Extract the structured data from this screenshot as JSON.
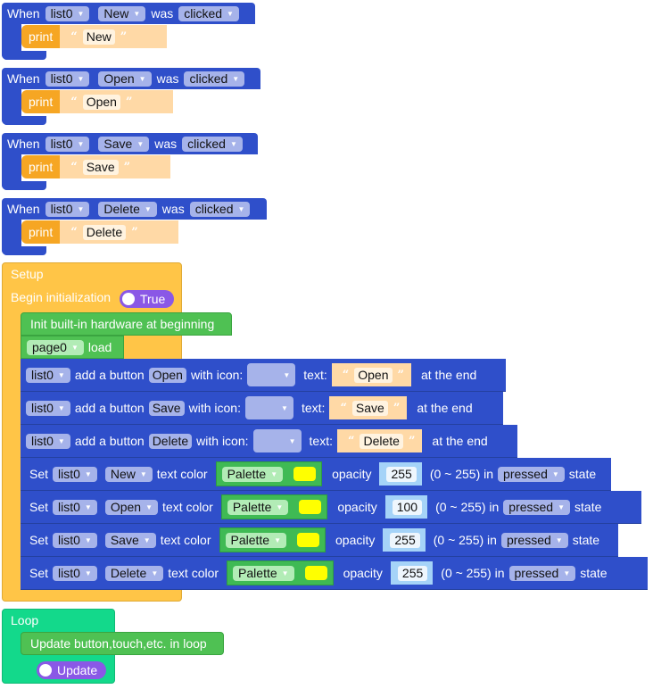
{
  "event_blocks": [
    {
      "when": "When",
      "component": "list0",
      "button": "New",
      "was": "was",
      "event": "clicked",
      "print": "print",
      "text": "New"
    },
    {
      "when": "When",
      "component": "list0",
      "button": "Open",
      "was": "was",
      "event": "clicked",
      "print": "print",
      "text": "Open"
    },
    {
      "when": "When",
      "component": "list0",
      "button": "Save",
      "was": "was",
      "event": "clicked",
      "print": "print",
      "text": "Save"
    },
    {
      "when": "When",
      "component": "list0",
      "button": "Delete",
      "was": "was",
      "event": "clicked",
      "print": "print",
      "text": "Delete"
    }
  ],
  "setup": {
    "title": "Setup",
    "begin_label": "Begin initialization",
    "begin_toggle": "True",
    "init_hw": "Init built-in hardware at beginning",
    "page": "page0",
    "load": "load",
    "add_buttons": [
      {
        "component": "list0",
        "add": "add a button",
        "name": "Open",
        "with_icon": "with icon:",
        "text_label": "text:",
        "text": "Open",
        "position": "at the end"
      },
      {
        "component": "list0",
        "add": "add a button",
        "name": "Save",
        "with_icon": "with icon:",
        "text_label": "text:",
        "text": "Save",
        "position": "at the end"
      },
      {
        "component": "list0",
        "add": "add a button",
        "name": "Delete",
        "with_icon": "with icon:",
        "text_label": "text:",
        "text": "Delete",
        "position": "at the end"
      }
    ],
    "set_colors": [
      {
        "set": "Set",
        "component": "list0",
        "button": "New",
        "text_color": "text color",
        "palette": "Palette",
        "color": "#ffff00",
        "opacity_label": "opacity",
        "opacity": "255",
        "range": "(0 ~ 255) in",
        "state": "pressed",
        "state_label": "state"
      },
      {
        "set": "Set",
        "component": "list0",
        "button": "Open",
        "text_color": "text color",
        "palette": "Palette",
        "color": "#ffff00",
        "opacity_label": "opacity",
        "opacity": "100",
        "range": "(0 ~ 255) in",
        "state": "pressed",
        "state_label": "state"
      },
      {
        "set": "Set",
        "component": "list0",
        "button": "Save",
        "text_color": "text color",
        "palette": "Palette",
        "color": "#ffff00",
        "opacity_label": "opacity",
        "opacity": "255",
        "range": "(0 ~ 255) in",
        "state": "pressed",
        "state_label": "state"
      },
      {
        "set": "Set",
        "component": "list0",
        "button": "Delete",
        "text_color": "text color",
        "palette": "Palette",
        "color": "#ffff00",
        "opacity_label": "opacity",
        "opacity": "255",
        "range": "(0 ~ 255) in",
        "state": "pressed",
        "state_label": "state"
      }
    ]
  },
  "loop": {
    "title": "Loop",
    "update_stmt": "Update button,touch,etc. in loop",
    "update_toggle": "Update"
  },
  "colors": {
    "event_block": "#2f4fca",
    "print_block": "#f6a623",
    "text_block": "#ffd9a6",
    "setup_block": "#ffc547",
    "loop_block": "#13d98b",
    "statement_green": "#4fc153",
    "toggle": "#8a58e6",
    "swatch": "#ffff00"
  }
}
